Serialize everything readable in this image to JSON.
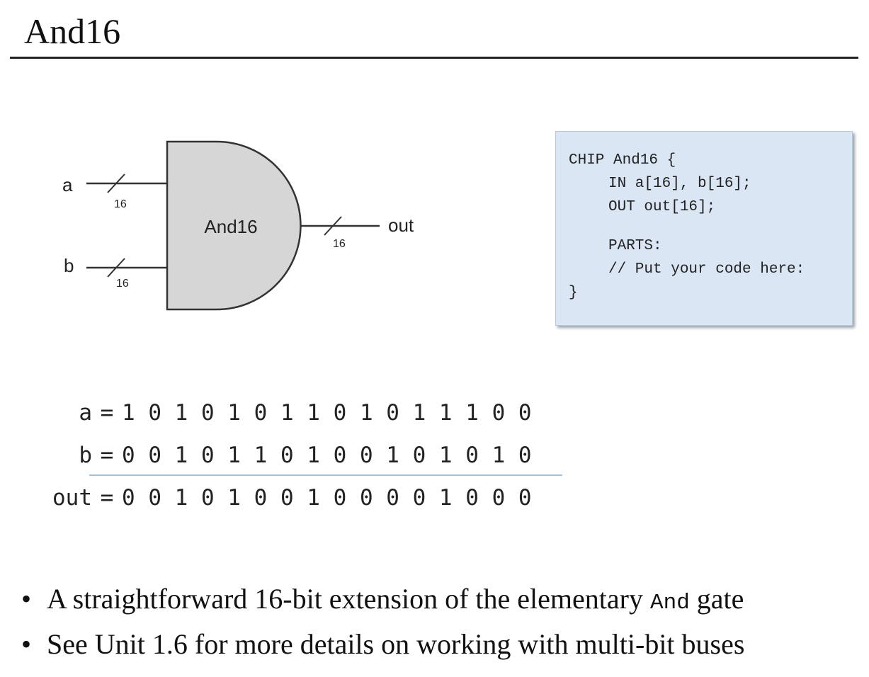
{
  "slide": {
    "title": "And16"
  },
  "diagram": {
    "gate_label": "And16",
    "inputs": [
      {
        "name": "a",
        "width": "16"
      },
      {
        "name": "b",
        "width": "16"
      }
    ],
    "output": {
      "name": "out",
      "width": "16"
    }
  },
  "hdl": {
    "lines": [
      "CHIP And16 {",
      "IN a[16], b[16];",
      "OUT out[16];",
      "PARTS:",
      "// Put your code here:",
      "}"
    ]
  },
  "example": {
    "rows": [
      {
        "label": "a",
        "eq": "=",
        "bits": "1 0 1 0 1 0 1 1 0 1 0 1 1 1 0 0"
      },
      {
        "label": "b",
        "eq": "=",
        "bits": "0 0 1 0 1 1 0 1 0 0 1 0 1 0 1 0"
      },
      {
        "label": "out",
        "eq": "=",
        "bits": "0 0 1 0 1 0 0 1 0 0 0 0 1 0 0 0"
      }
    ]
  },
  "bullets": {
    "b1_pre": "A straightforward 16-bit extension of the elementary ",
    "b1_code": "And",
    "b1_post": " gate",
    "b2": "See Unit 1.6 for more details on working with multi-bit buses",
    "marker": "•"
  },
  "colors": {
    "gate_fill": "#d6d6d6",
    "code_bg": "#dbe6f5",
    "underline": "#9fc3e6"
  }
}
